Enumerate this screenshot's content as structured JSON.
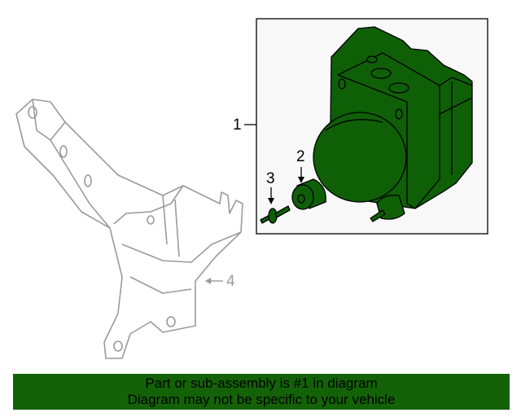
{
  "callouts": {
    "c1": "1",
    "c2": "2",
    "c3": "3",
    "c4": "4"
  },
  "banner": {
    "line1": "Part or sub-assembly is #1 in diagram",
    "line2": "Diagram may not be specific to your vehicle"
  },
  "colors": {
    "part_green": "#0f5f07",
    "banner_green": "#136207",
    "bracket_gray": "#9a9a9a",
    "box_bg": "#f8f8f8"
  }
}
